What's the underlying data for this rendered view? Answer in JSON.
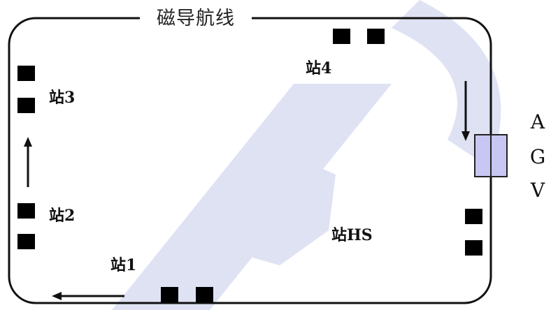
{
  "title": "磁导航线",
  "stations": {
    "s1": "站1",
    "s2": "站2",
    "s3": "站3",
    "s4": "站4",
    "hs": "站HS"
  },
  "agv": {
    "letters": [
      "A",
      "G",
      "V"
    ],
    "fill_color": "#c8c6f2"
  },
  "colors": {
    "track": "#111111",
    "station_marker": "#000000",
    "watermark": "#dfe2f3"
  }
}
